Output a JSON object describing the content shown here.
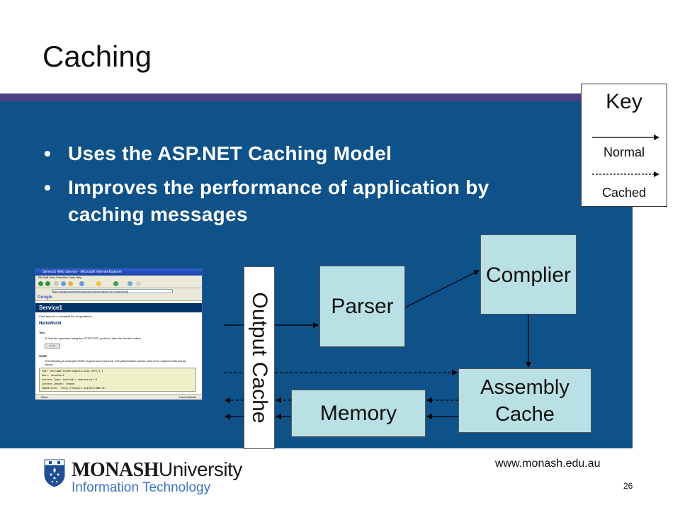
{
  "slide": {
    "title": "Caching",
    "bullets": [
      "Uses the ASP.NET Caching Model",
      "Improves the performance of application by caching messages"
    ]
  },
  "key": {
    "title": "Key",
    "normal_label": "Normal",
    "cached_label": "Cached"
  },
  "diagram": {
    "output_cache": "Output Cache",
    "parser": "Parser",
    "compiler": "Complier",
    "assembly_cache": "Assembly Cache",
    "memory": "Memory",
    "colors": {
      "box_fill": "#b9e0e4",
      "panel": "#0f5189",
      "bar": "#4f3f86"
    }
  },
  "browser": {
    "window_title": "Service1 Web Service - Microsoft Internet Explorer",
    "menu": "File   Edit   View   Favorites   Tools   Help",
    "address": "http://localhost/HelloWorld/HelloWorld.asmx?op=HelloWorld",
    "google_label": "Google",
    "service_name": "Service1",
    "complete_list": "Click here for a complete list of operations.",
    "method_name": "HelloWorld",
    "test_heading": "Test",
    "test_text": "To test the operation using the HTTP POST protocol, click the 'Invoke' button.",
    "invoke_label": "Invoke",
    "soap_heading": "SOAP",
    "soap_text": "The following is a sample SOAP request and response. The placeholders shown need to be replaced with actual values.",
    "code_lines": [
      "POST /HelloWorld/HelloWorld.asmx HTTP/1.1",
      "Host: localhost",
      "Content-Type: text/xml; charset=utf-8",
      "Content-Length: length",
      "SOAPAction: \"http://tempuri.org/HelloWorld\""
    ],
    "status_left": "Done",
    "status_right": "Local intranet"
  },
  "footer": {
    "logo_monash": "MONASH",
    "logo_university": "University",
    "logo_faculty": "Information Technology",
    "url": "www.monash.edu.au",
    "page_number": "26"
  }
}
